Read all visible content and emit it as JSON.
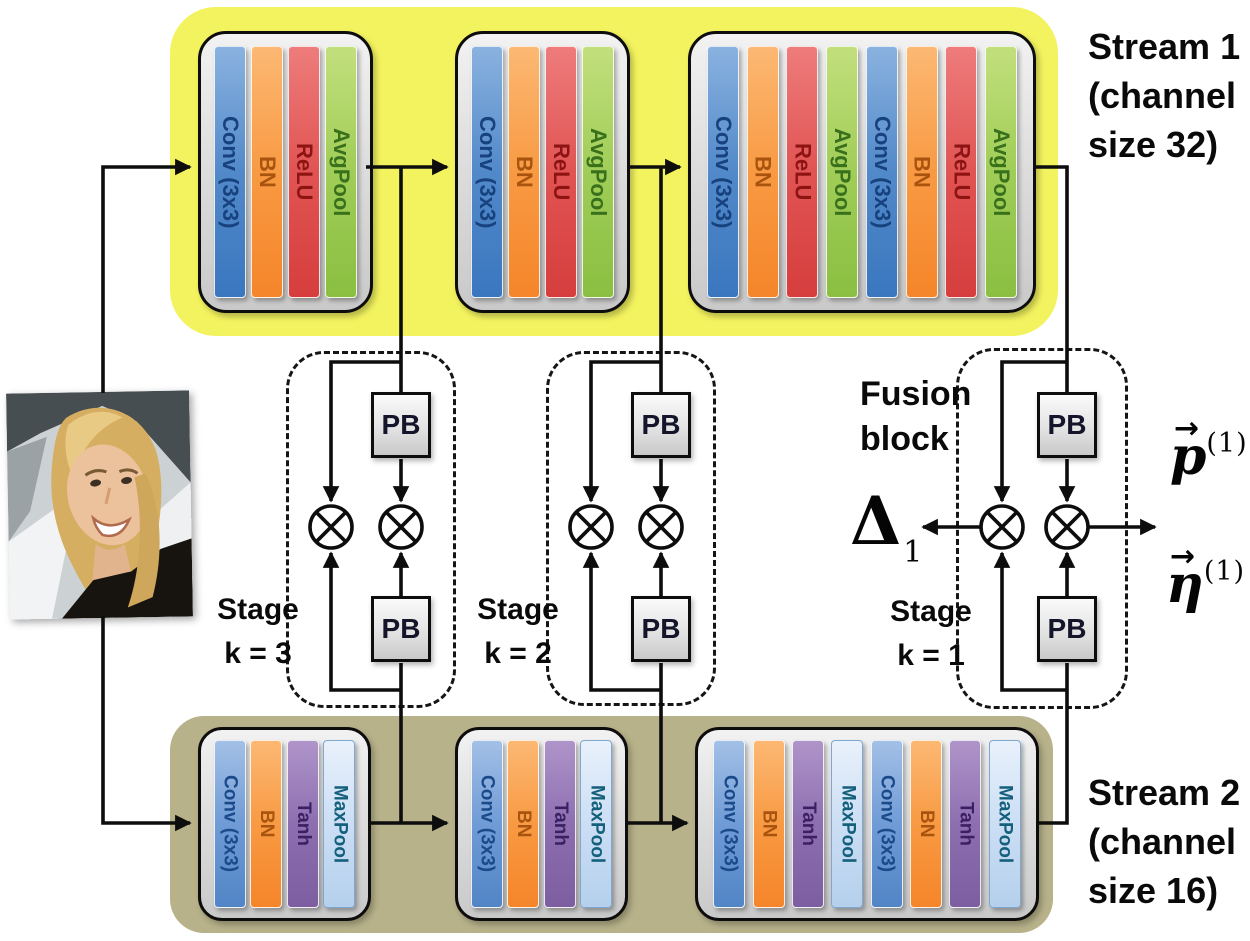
{
  "stream1": {
    "label_lines": [
      "Stream 1",
      "(channel",
      "size 32)"
    ],
    "blocks": [
      {
        "layers": [
          "Conv (3x3)",
          "BN",
          "ReLU",
          "AvgPool"
        ]
      },
      {
        "layers": [
          "Conv (3x3)",
          "BN",
          "ReLU",
          "AvgPool"
        ]
      },
      {
        "layers": [
          "Conv (3x3)",
          "BN",
          "ReLU",
          "AvgPool",
          "Conv (3x3)",
          "BN",
          "ReLU",
          "AvgPool"
        ]
      }
    ]
  },
  "stream2": {
    "label_lines": [
      "Stream 2",
      "(channel",
      "size 16)"
    ],
    "blocks": [
      {
        "layers": [
          "Conv (3x3)",
          "BN",
          "Tanh",
          "MaxPool"
        ]
      },
      {
        "layers": [
          "Conv (3x3)",
          "BN",
          "Tanh",
          "MaxPool"
        ]
      },
      {
        "layers": [
          "Conv (3x3)",
          "BN",
          "Tanh",
          "MaxPool",
          "Conv (3x3)",
          "BN",
          "Tanh",
          "MaxPool"
        ]
      }
    ]
  },
  "fusion": {
    "pb_label": "PB",
    "block_label_lines": [
      "Fusion",
      "block"
    ],
    "multiply_symbol": "⊗",
    "stages": [
      {
        "label_lines": [
          "Stage",
          "k = 3"
        ]
      },
      {
        "label_lines": [
          "Stage",
          "k = 2"
        ]
      },
      {
        "label_lines": [
          "Stage",
          "k = 1"
        ]
      }
    ]
  },
  "outputs": {
    "vector_arrow": "→",
    "delta": {
      "symbol": "Δ",
      "subscript": "1"
    },
    "p_vector": {
      "letter": "p",
      "superscript": "(1)"
    },
    "eta_vector": {
      "letter": "η",
      "superscript": "(1)"
    }
  },
  "colors": {
    "stream1_bg": "#f3f35f",
    "stream2_bg": "#b8b28a",
    "conv_blue": "#4b84c6",
    "conv_blue_s2": "#6f9bd6",
    "bn_orange": "#f79443",
    "relu_red": "#dd4b4a",
    "avgpool_green": "#9cc94f",
    "tanh_purple": "#8468a8",
    "maxpool_lightblue": "#cbdef4",
    "block_gray": "#dcdcdc",
    "line_black": "#111111"
  }
}
